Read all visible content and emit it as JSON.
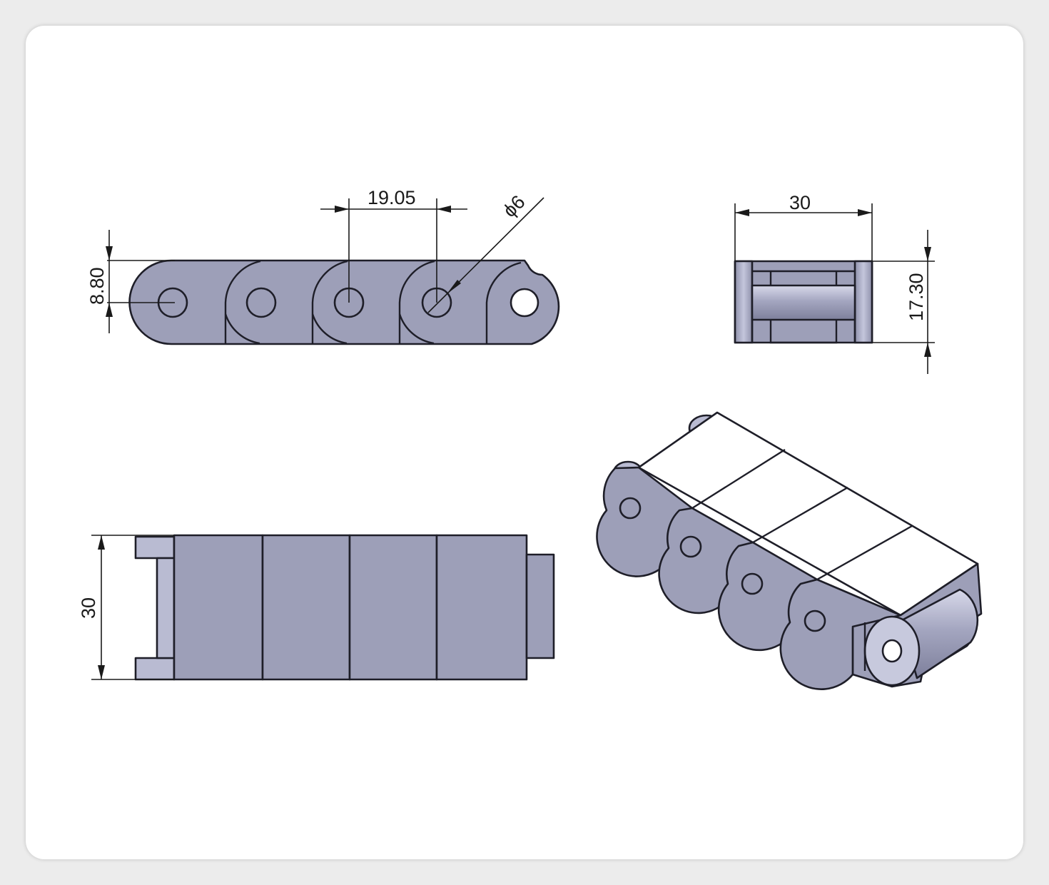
{
  "drawing": {
    "side_view": {
      "pitch_label": "19.05",
      "pin_diameter_label": "ϕ6",
      "pin_height_label": "8.80"
    },
    "end_view": {
      "width_label": "30",
      "height_label": "17.30"
    },
    "top_view": {
      "width_label": "30"
    }
  },
  "colors": {
    "part_fill": "#9d9fb8",
    "top_face": "#ffffff",
    "outline": "#1e1e28"
  }
}
